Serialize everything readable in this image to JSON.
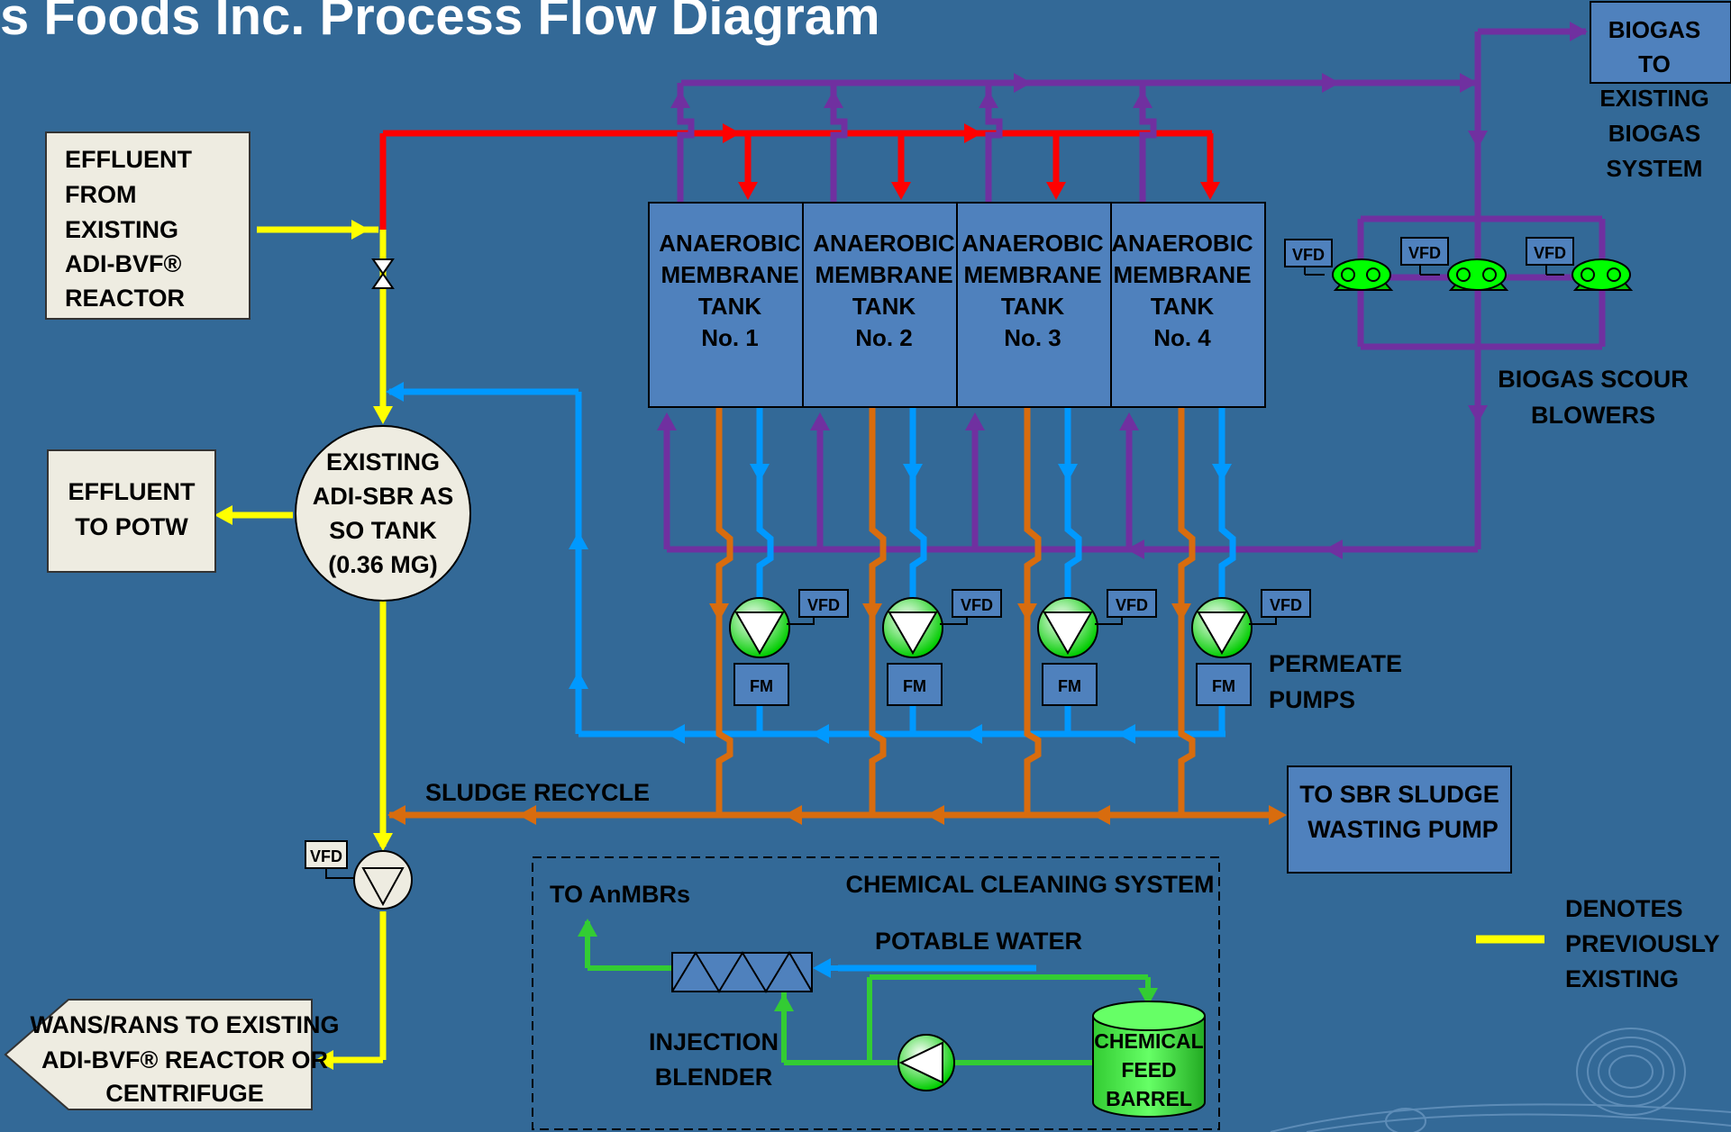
{
  "title": "s Foods Inc. Process Flow Diagram",
  "effluent_from_reactor": [
    "EFFLUENT",
    "FROM",
    "EXISTING",
    "ADI-BVF®",
    "REACTOR"
  ],
  "effluent_to_potw": [
    "EFFLUENT",
    "TO POTW"
  ],
  "sbr_tank": [
    "EXISTING",
    "ADI-SBR AS",
    "SO TANK",
    "(0.36 MG)"
  ],
  "biogas_to_system": [
    "BIOGAS",
    "TO",
    "EXISTING",
    "BIOGAS",
    "SYSTEM"
  ],
  "tanks": [
    {
      "lines": [
        "ANAEROBIC",
        "MEMBRANE",
        "TANK",
        "No. 1"
      ]
    },
    {
      "lines": [
        "ANAEROBIC",
        "MEMBRANE",
        "TANK",
        "No. 2"
      ]
    },
    {
      "lines": [
        "ANAEROBIC",
        "MEMBRANE",
        "TANK",
        "No. 3"
      ]
    },
    {
      "lines": [
        "ANAEROBIC",
        "MEMBRANE",
        "TANK",
        "No. 4"
      ]
    }
  ],
  "vfd_label": "VFD",
  "fm_label": "FM",
  "biogas_scour_blowers": [
    "BIOGAS SCOUR",
    "BLOWERS"
  ],
  "permeate_pumps": [
    "PERMEATE",
    "PUMPS"
  ],
  "sludge_recycle": "SLUDGE RECYCLE",
  "to_sbr_sludge_pump": [
    "TO SBR SLUDGE",
    "WASTING PUMP"
  ],
  "chemical_cleaning_system": "CHEMICAL CLEANING SYSTEM",
  "to_anmbrs": "TO AnMBRs",
  "potable_water": "POTABLE WATER",
  "injection_blender": [
    "INJECTION",
    "BLENDER"
  ],
  "chemical_feed_barrel": [
    "CHEMICAL",
    "FEED",
    "BARREL"
  ],
  "wans_rans": [
    "WANS/RANS TO EXISTING",
    "ADI-BVF® REACTOR OR",
    "CENTRIFUGE"
  ],
  "legend": [
    "DENOTES",
    "PREVIOUSLY",
    "EXISTING"
  ],
  "colors": {
    "background": "#336997",
    "existing_line": "#ffff00",
    "influent_line": "#ff0000",
    "biogas_line": "#7030a0",
    "permeate_line": "#0099ff",
    "sludge_line": "#d86c0e",
    "chemical_line": "#33cc33",
    "tank_fill": "#4f81bd",
    "box_fill": "#eeece1"
  }
}
